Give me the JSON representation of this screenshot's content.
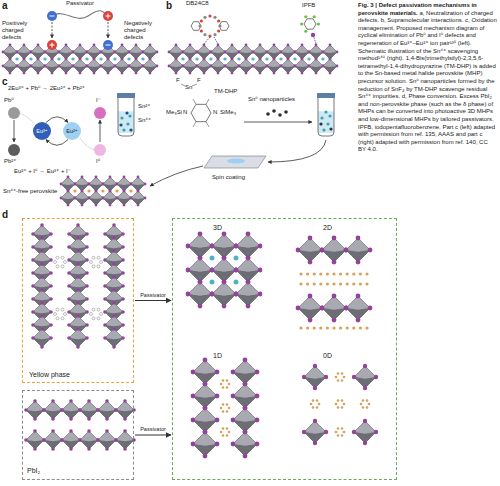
{
  "diagram": {
    "title": "Fig. 3 | Defect passivation mechanisms in perovskite materials.",
    "caption": "a, Neutralization of charged defects. b, Supramolecular interactions. c, Oxidation management. Proposed mechanism diagram of cyclical elimination of Pb⁰ and I⁰ defects and regeneration of Eu³⁺–Eu²⁺ ion pair¹³⁵ (left). Schematic illustration of the Sn⁴⁺ scavenging method¹⁴⁰ (right). 1,4-Bis(trimethylsilyl)-2,3,5,6-tetramethyl-1,4-dihydropyrazine (TM-DHP) is added to the Sn-based metal halide perovskite (MHP) precursor solution. Sn⁰ nanoparticles formed by the reduction of SnF₄ by TM-DHP scavenge residual Sn⁴⁺ impurities. d, Phase conversion. Excess PbI₂ and non-perovskite phase (such as the δ phase) of MHPs can be converted into photoactive 3D MHPs and low-dimensional MHPs by tailored passivators. IPFB, iodopentafluorobenzene. Part c (left) adapted with permission from ref. 135, AAAS and part c (right) adapted with permission from ref. 140, CC BY 4.0.",
    "nodes": [
      {
        "text": [
          "Yellow phase"
        ]
      },
      {
        "text": [
          "PbI₂"
        ]
      },
      {
        "text": [
          "3D",
          "2D",
          "1D",
          "0D"
        ]
      }
    ],
    "edges": [
      {
        "from": 0,
        "to": 2,
        "label": "Passivator",
        "arrow": "to"
      },
      {
        "from": 1,
        "to": 2,
        "label": "Passivator",
        "arrow": "to"
      }
    ],
    "labels": [
      "a",
      "Passivator",
      "Positively charged defects",
      "Negatively charged defects",
      "b",
      "DB24C8",
      "IPFB",
      "c",
      "2Eu³⁺ + Pb⁰ → 2Eu²⁺ + Pb²⁺",
      "Pb⁰",
      "I⁻",
      "Eu³⁺",
      "Eu²⁺",
      "Pb²⁺",
      "I⁰",
      "Eu²⁺ + I⁰ → Eu³⁺ + I⁻",
      "Sn²⁺",
      "Sn⁴⁺",
      "F",
      "Sn",
      "F",
      "Me₃Si",
      "N",
      "N",
      "SiMe₃",
      "TM-DHP",
      "Sn⁰ nanoparticles",
      "Spin coating",
      "Sn⁴⁺-free perovskite",
      "d"
    ]
  }
}
